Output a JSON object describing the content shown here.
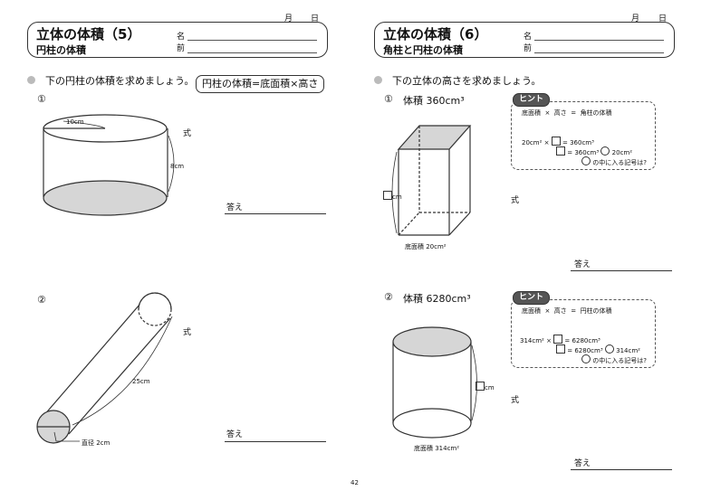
{
  "page_number": "42",
  "left": {
    "month": "月",
    "day": "日",
    "title": "立体の体積（5）",
    "subtitle": "円柱の体積",
    "name_label_1": "名",
    "name_label_2": "前",
    "instruction": "下の円柱の体積を求めましょう。",
    "formula": "円柱の体積=底面積×高さ",
    "problems": [
      {
        "number": "①",
        "radius_label": "10cm",
        "height_label": "8cm",
        "shiki": "式",
        "answer": "答え"
      },
      {
        "number": "②",
        "length_label": "25cm",
        "diameter_label": "直径 2cm",
        "shiki": "式",
        "answer": "答え"
      }
    ]
  },
  "right": {
    "month": "月",
    "day": "日",
    "title": "立体の体積（6）",
    "subtitle": "角柱と円柱の体積",
    "name_label_1": "名",
    "name_label_2": "前",
    "instruction": "下の立体の高さを求めましょう。",
    "problems": [
      {
        "number": "①",
        "volume": "体積 360cm³",
        "height_label": "cm",
        "base_label": "底面積 20cm²",
        "hint_tag": "ヒント",
        "hint_header": [
          "底面積",
          "×",
          "高さ",
          "=",
          "角柱の体積"
        ],
        "hint_row1": [
          "20cm²",
          "×",
          "=",
          "360cm³"
        ],
        "hint_row2": [
          "=",
          "360cm³",
          "20cm²"
        ],
        "hint_q": "の中に入る記号は?",
        "shiki": "式",
        "answer": "答え"
      },
      {
        "number": "②",
        "volume": "体積 6280cm³",
        "height_label": "cm",
        "base_label": "底面積 314cm²",
        "hint_tag": "ヒント",
        "hint_header": [
          "底面積",
          "×",
          "高さ",
          "=",
          "円柱の体積"
        ],
        "hint_row1": [
          "314cm²",
          "×",
          "=",
          "6280cm³"
        ],
        "hint_row2": [
          "=",
          "6280cm³",
          "314cm²"
        ],
        "hint_q": "の中に入る記号は?",
        "shiki": "式",
        "answer": "答え"
      }
    ]
  }
}
